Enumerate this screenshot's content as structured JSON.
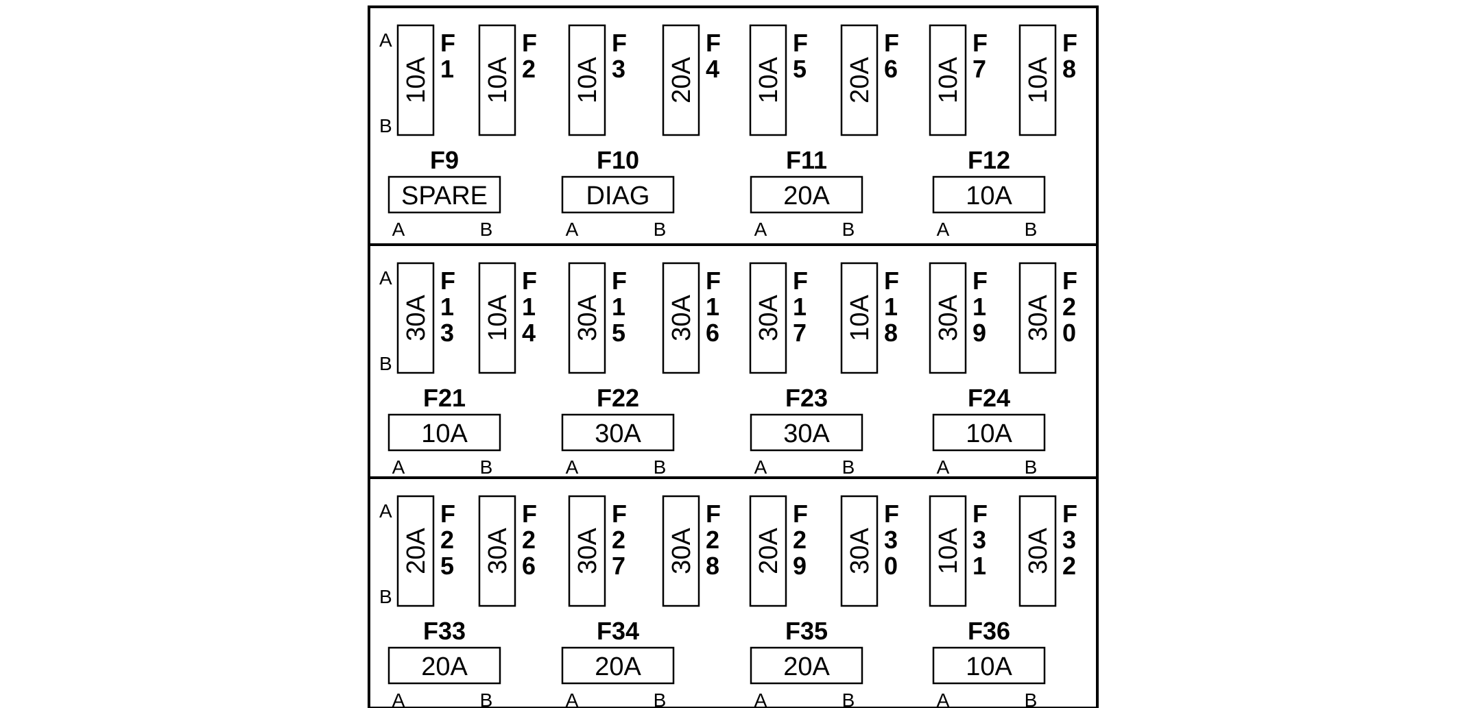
{
  "terminal_labels": {
    "a": "A",
    "b": "B"
  },
  "panels": [
    {
      "vertical_fuses": [
        {
          "id": "F1",
          "rating": "10A"
        },
        {
          "id": "F2",
          "rating": "10A"
        },
        {
          "id": "F3",
          "rating": "10A"
        },
        {
          "id": "F4",
          "rating": "20A"
        },
        {
          "id": "F5",
          "rating": "10A"
        },
        {
          "id": "F6",
          "rating": "20A"
        },
        {
          "id": "F7",
          "rating": "10A"
        },
        {
          "id": "F8",
          "rating": "10A"
        }
      ],
      "horizontal_fuses": [
        {
          "id": "F9",
          "rating": "SPARE"
        },
        {
          "id": "F10",
          "rating": "DIAG"
        },
        {
          "id": "F11",
          "rating": "20A"
        },
        {
          "id": "F12",
          "rating": "10A"
        }
      ]
    },
    {
      "vertical_fuses": [
        {
          "id": "F13",
          "rating": "30A"
        },
        {
          "id": "F14",
          "rating": "10A"
        },
        {
          "id": "F15",
          "rating": "30A"
        },
        {
          "id": "F16",
          "rating": "30A"
        },
        {
          "id": "F17",
          "rating": "30A"
        },
        {
          "id": "F18",
          "rating": "10A"
        },
        {
          "id": "F19",
          "rating": "30A"
        },
        {
          "id": "F20",
          "rating": "30A"
        }
      ],
      "horizontal_fuses": [
        {
          "id": "F21",
          "rating": "10A"
        },
        {
          "id": "F22",
          "rating": "30A"
        },
        {
          "id": "F23",
          "rating": "30A"
        },
        {
          "id": "F24",
          "rating": "10A"
        }
      ]
    },
    {
      "vertical_fuses": [
        {
          "id": "F25",
          "rating": "20A"
        },
        {
          "id": "F26",
          "rating": "30A"
        },
        {
          "id": "F27",
          "rating": "30A"
        },
        {
          "id": "F28",
          "rating": "30A"
        },
        {
          "id": "F29",
          "rating": "20A"
        },
        {
          "id": "F30",
          "rating": "30A"
        },
        {
          "id": "F31",
          "rating": "10A"
        },
        {
          "id": "F32",
          "rating": "30A"
        }
      ],
      "horizontal_fuses": [
        {
          "id": "F33",
          "rating": "20A"
        },
        {
          "id": "F34",
          "rating": "20A"
        },
        {
          "id": "F35",
          "rating": "20A"
        },
        {
          "id": "F36",
          "rating": "10A"
        }
      ]
    }
  ]
}
